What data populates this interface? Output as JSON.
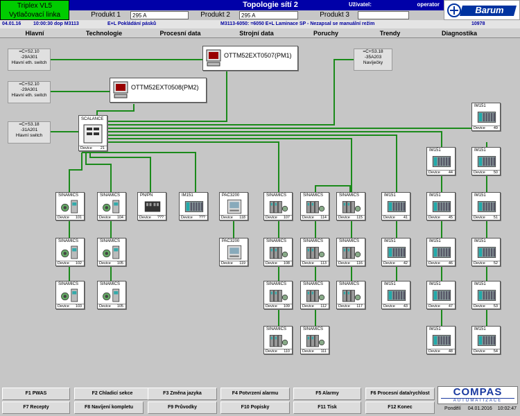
{
  "header": {
    "line_title_1": "Triplex VL5",
    "line_title_2": "Vytlačovací linka",
    "screen_title": "Topologie sítí 2",
    "user_label": "Uživatel:",
    "user_value": "operator",
    "product1_label": "Produkt 1",
    "product1_value": "295 A",
    "product2_label": "Produkt 2",
    "product2_value": "295 A",
    "product3_label": "Produkt 3",
    "product3_value": "",
    "logo": "Barum"
  },
  "status": {
    "date": "04.01.16",
    "time_text": "10:00:30 dop M3113",
    "msg1": "E+L Pokládání pásků",
    "msg2": "M3113-6050: =6050 E+L Laminace SP - Nezapsal se manuální režim",
    "counter": "10978"
  },
  "nav": [
    "Hlavní",
    "Technologie",
    "Procesní data",
    "Strojní data",
    "Poruchy",
    "Trendy",
    "Diagnostika"
  ],
  "infoboxes": {
    "a": {
      "l1": "=C+S2.10",
      "l2": "-29A301",
      "l3": "Hlavní eth. switch"
    },
    "b": {
      "l1": "=C+S2.10",
      "l2": "-29A301",
      "l3": "Hlavní eth. switch"
    },
    "c": {
      "l1": "=C+S3.18",
      "l2": "-31A201",
      "l3": "Hlavní switch"
    },
    "d": {
      "l1": "=C+S3.18",
      "l2": "-35A203",
      "l3": "Navíječky"
    }
  },
  "pcs": {
    "pm1": "OTTM52EXT0507(PM1)",
    "pm2": "OTTM52EXT0508(PM2)"
  },
  "scalance": {
    "title": "SCALANCE",
    "foot_label": "Device",
    "foot_num": "21"
  },
  "device_label": "Device",
  "devices": {
    "d101": {
      "title": "SINAMICS",
      "num": "101"
    },
    "d102": {
      "title": "SINAMICS",
      "num": "102"
    },
    "d103": {
      "title": "SINAMICS",
      "num": "103"
    },
    "d104": {
      "title": "SINAMICS",
      "num": "104"
    },
    "d105a": {
      "title": "SINAMICS",
      "num": "105"
    },
    "d105b": {
      "title": "SINAMICS",
      "num": "105"
    },
    "dpn": {
      "title": "PN/PN",
      "num": "???"
    },
    "dim1": {
      "title": "IM151",
      "num": "???"
    },
    "d118": {
      "title": "PAC3200",
      "num": "118"
    },
    "d119": {
      "title": "PAC3200",
      "num": "119"
    },
    "d107": {
      "title": "SINAMICS",
      "num": "107"
    },
    "d108": {
      "title": "SINAMICS",
      "num": "108"
    },
    "d109": {
      "title": "SINAMICS",
      "num": "109"
    },
    "d110": {
      "title": "SINAMICS",
      "num": "110"
    },
    "d114": {
      "title": "SINAMICS",
      "num": "114"
    },
    "d113": {
      "title": "SINAMICS",
      "num": "113"
    },
    "d112": {
      "title": "SINAMICS",
      "num": "112"
    },
    "d111": {
      "title": "SINAMICS",
      "num": "111"
    },
    "d115": {
      "title": "SINAMICS",
      "num": "115"
    },
    "d116": {
      "title": "SINAMICS",
      "num": "116"
    },
    "d117": {
      "title": "SINAMICS",
      "num": "117"
    },
    "d41": {
      "title": "IM151",
      "num": "41"
    },
    "d42": {
      "title": "IM151",
      "num": "42"
    },
    "d43": {
      "title": "IM151",
      "num": "43"
    },
    "d44": {
      "title": "IM151",
      "num": "44"
    },
    "d45": {
      "title": "IM151",
      "num": "45"
    },
    "d46": {
      "title": "IM151",
      "num": "46"
    },
    "d47": {
      "title": "IM151",
      "num": "47"
    },
    "d48": {
      "title": "IM151",
      "num": "48"
    },
    "d49": {
      "title": "IM151",
      "num": "49"
    },
    "d50": {
      "title": "IM151",
      "num": "50"
    },
    "d51": {
      "title": "IM151",
      "num": "51"
    },
    "d52": {
      "title": "IM151",
      "num": "52"
    },
    "d53": {
      "title": "IM151",
      "num": "53"
    },
    "d54": {
      "title": "IM151",
      "num": "54"
    }
  },
  "fkeys": {
    "f1": "F1 PWAS",
    "f2": "F2 Chladicí sekce",
    "f3": "F3 Změna jazyka",
    "f4": "F4 Potvrzení alarmu",
    "f5": "F5 Alarmy",
    "f6": "F6 Procesní data/rychlost",
    "f7": "F7 Recepty",
    "f8": "F8 Navíjení kompletu",
    "f9": "F9 Průvodky",
    "f10": "F10 Popisky",
    "f11": "F11 Tisk",
    "f12": "F12 Konec"
  },
  "brand": {
    "name": "COMPAS",
    "sub": "AUTOMATIZACE"
  },
  "footer": {
    "day": "Pondělí",
    "date": "04.01.2016",
    "time": "10:02:47"
  },
  "colors": {
    "link": "#1a8a1a",
    "header_blue": "#0000a8",
    "title_green": "#00cc00"
  }
}
